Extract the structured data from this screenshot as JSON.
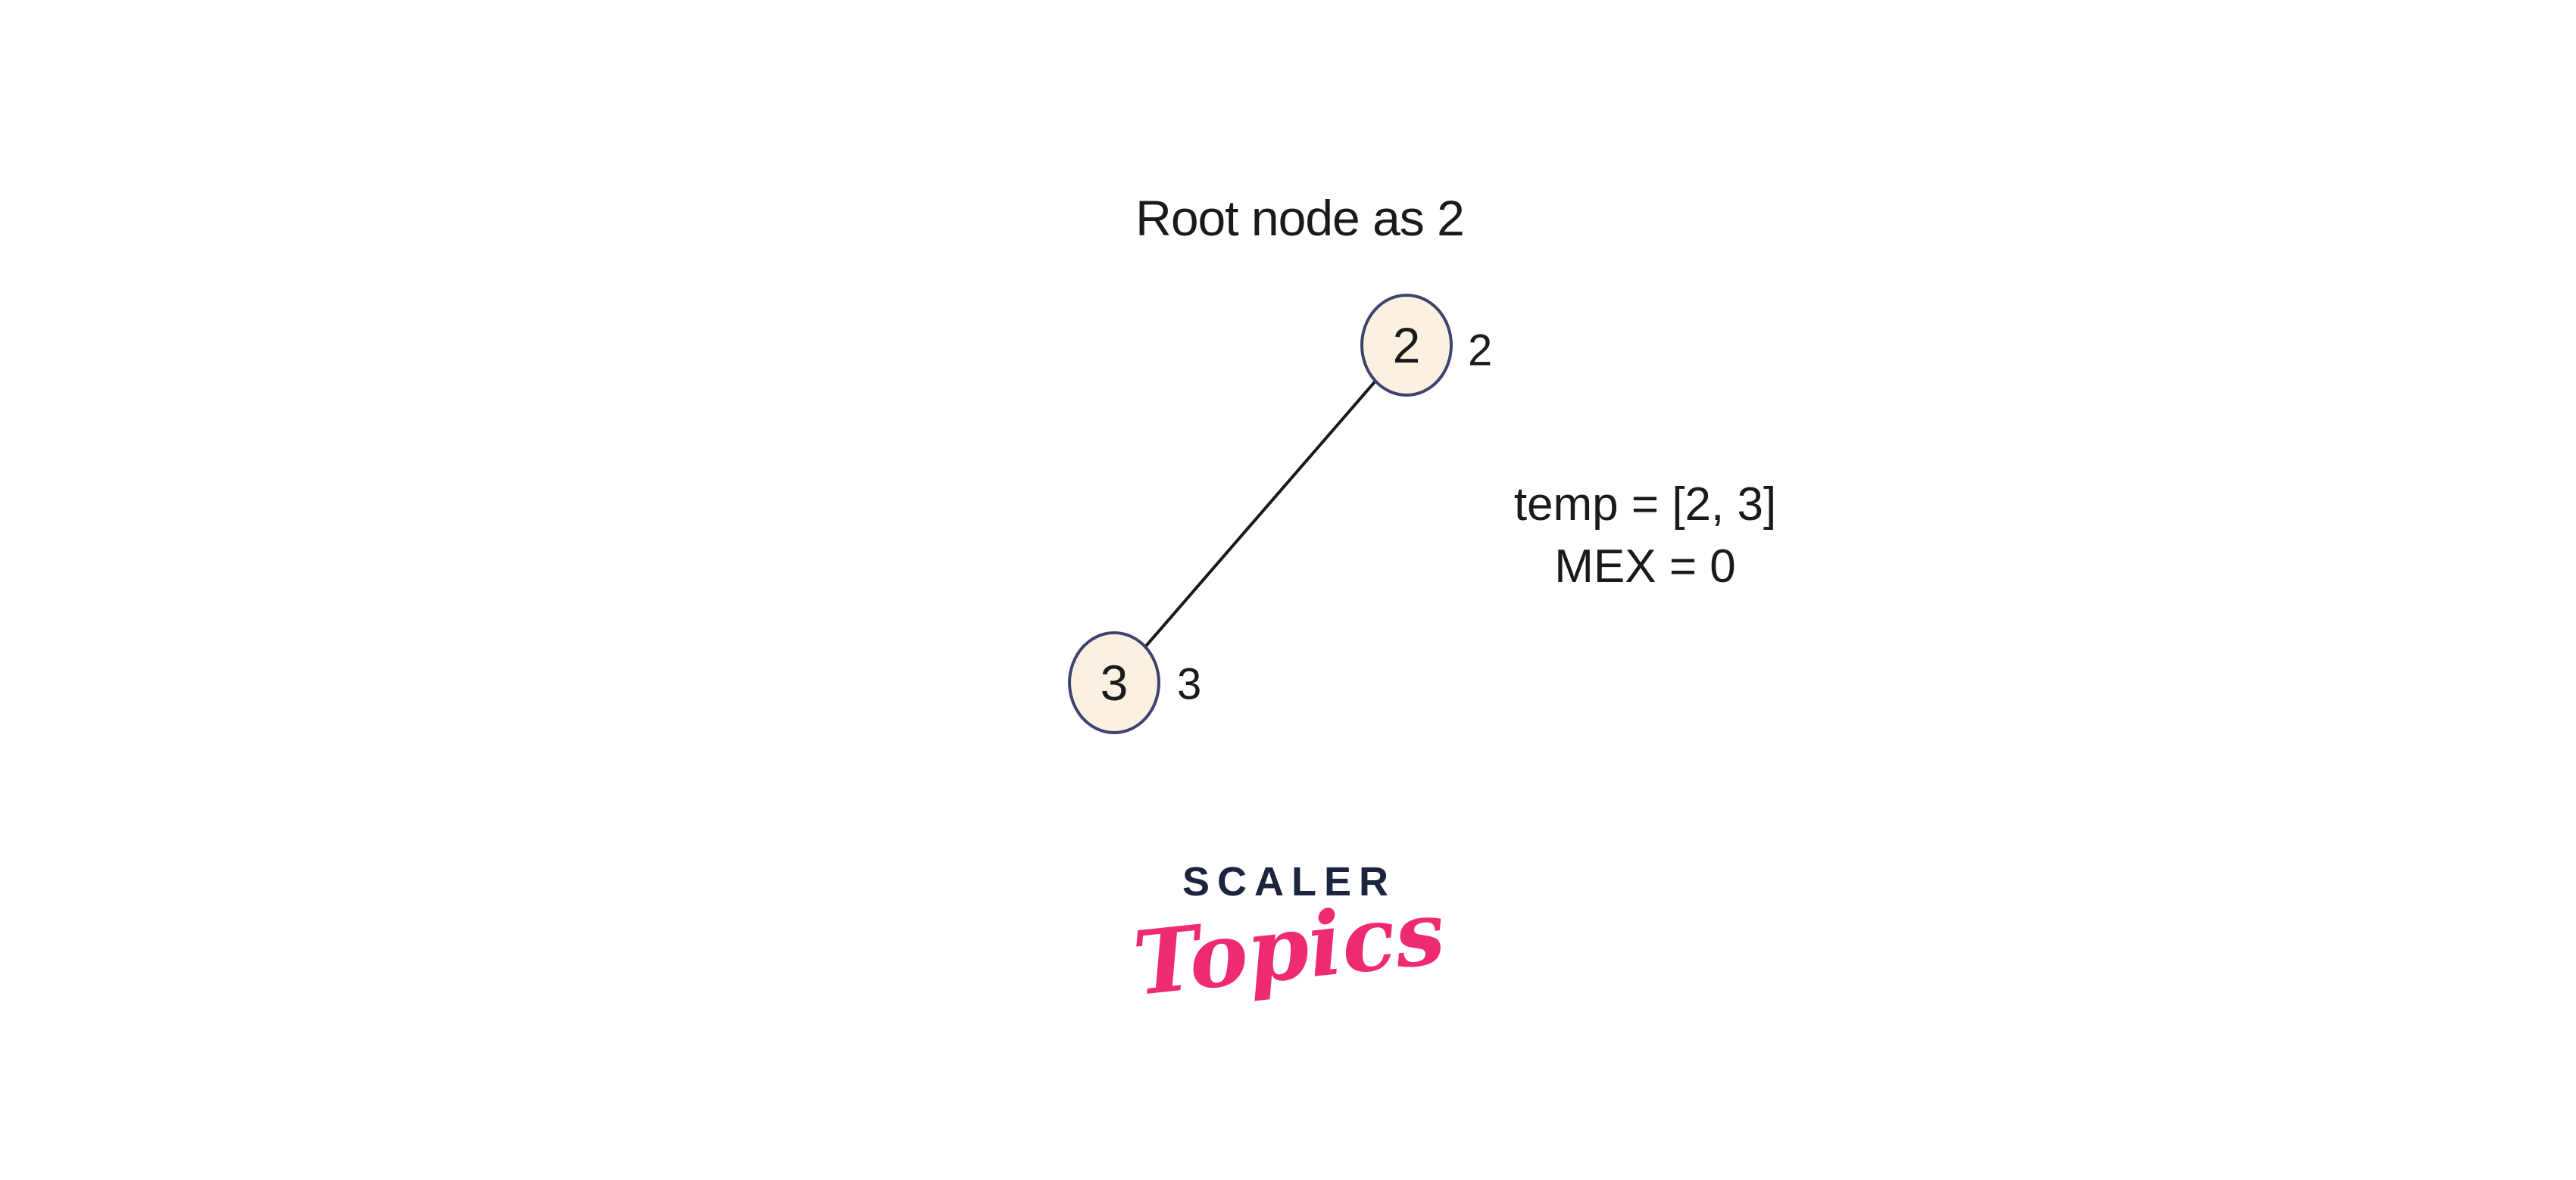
{
  "diagram": {
    "title": "Root node as 2",
    "nodes": [
      {
        "value": "2",
        "side_label": "2"
      },
      {
        "value": "3",
        "side_label": "3"
      }
    ],
    "edges": [
      {
        "from": "2",
        "to": "3"
      }
    ],
    "annotation": {
      "temp": "temp = [2, 3]",
      "mex": "MEX = 0"
    }
  },
  "logo": {
    "brand": "SCALER",
    "sub": "Topics"
  },
  "colors": {
    "background": "#FFFFFF",
    "ink": "#1A1A1A",
    "edge": "#191919",
    "node_fill": "#FBF1E1",
    "node_border": "#3E4370",
    "logo_navy": "#1C2440",
    "logo_pink": "#EE2B72"
  }
}
